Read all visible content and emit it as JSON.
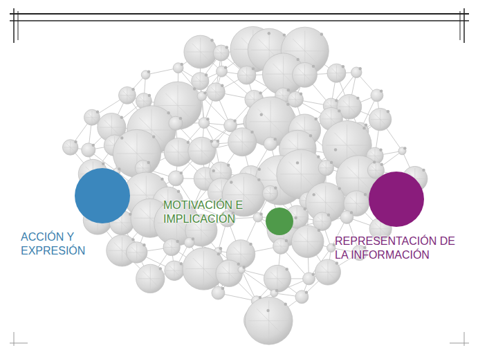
{
  "diagram": {
    "nodes": [
      {
        "text": [
          "ACCIÓN Y EXPRESIÓN"
        ]
      },
      {
        "text": [
          "MOTIVACIÓN E IMPLICACIÓN"
        ]
      },
      {
        "text": [
          "REPRESENTACIÓN DE LA INFORMACIÓN"
        ]
      }
    ],
    "edges": []
  }
}
